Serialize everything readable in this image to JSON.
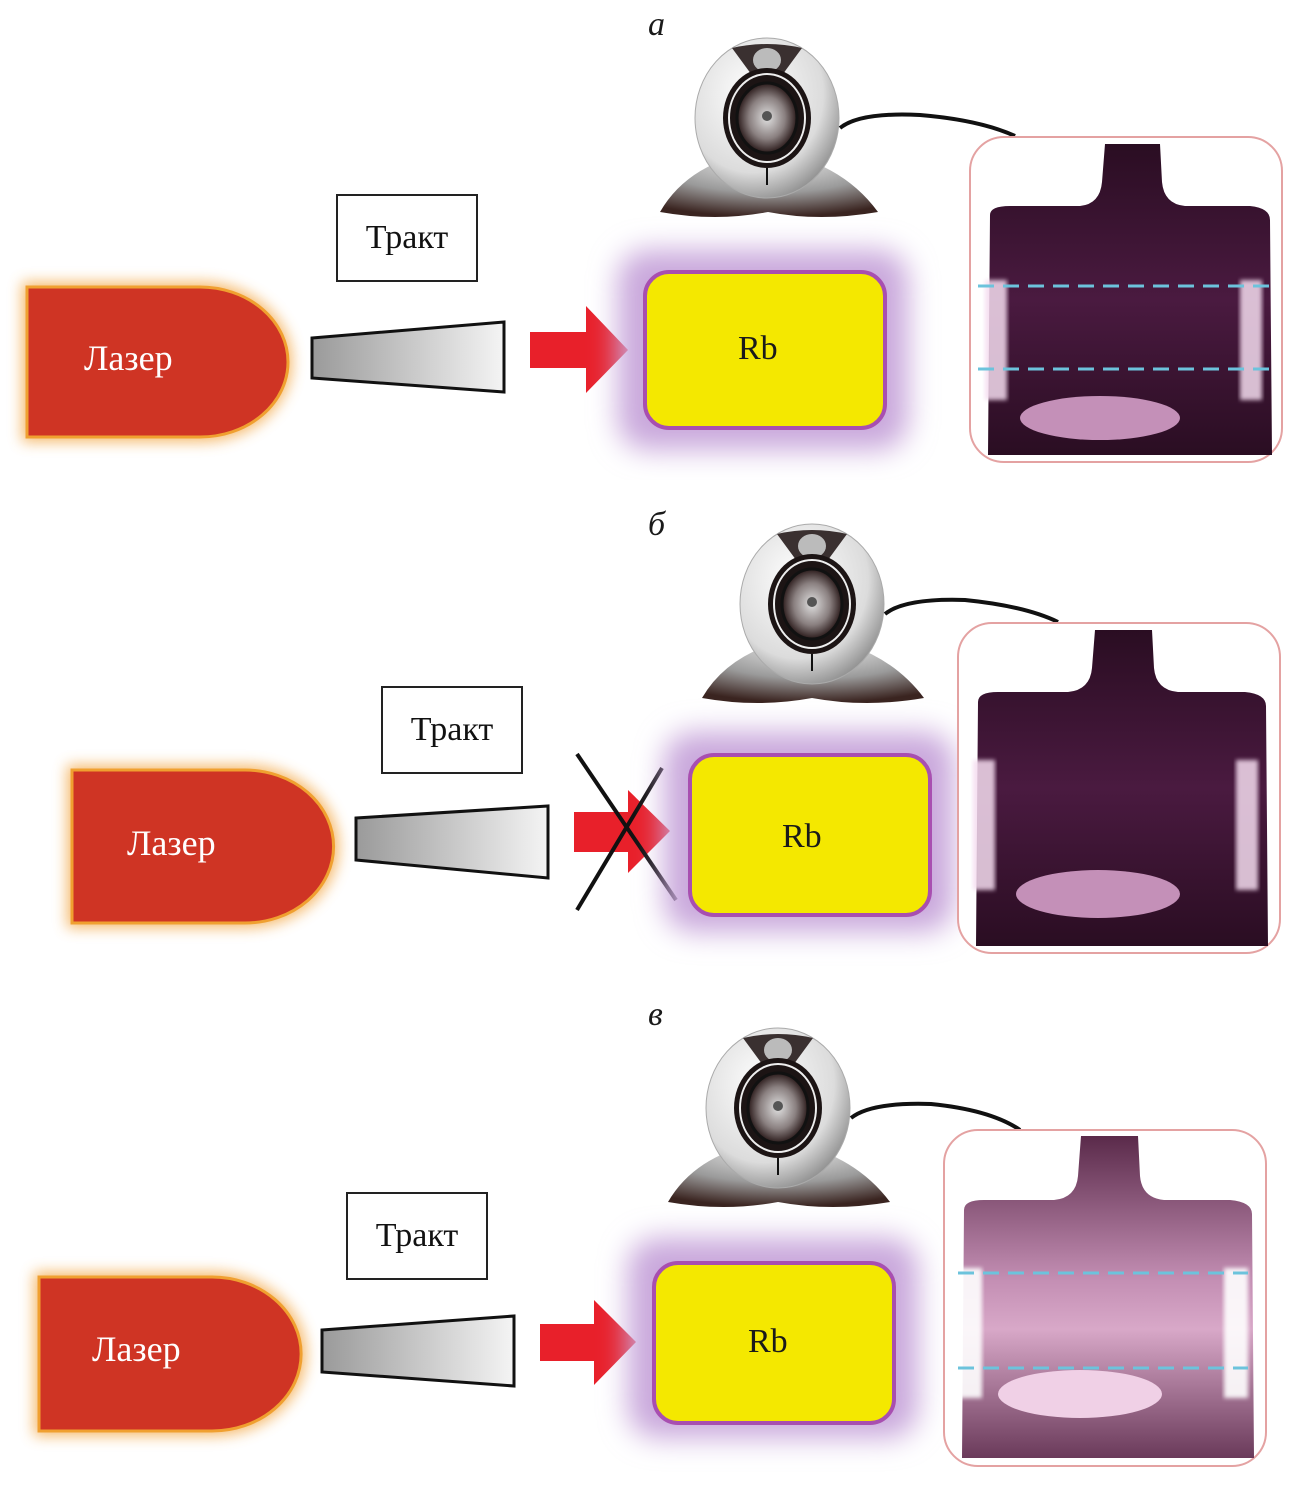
{
  "figure": {
    "panels": [
      {
        "label": "а",
        "laser_label": "Лазер",
        "tract_label": "Тракт",
        "cell_label": "Rb",
        "beam_blocked": false,
        "cell_state": "dark",
        "dashed_lines": true
      },
      {
        "label": "б",
        "laser_label": "Лазер",
        "tract_label": "Тракт",
        "cell_label": "Rb",
        "beam_blocked": true,
        "cell_state": "dark",
        "dashed_lines": false
      },
      {
        "label": "в",
        "laser_label": "Лазер",
        "tract_label": "Тракт",
        "cell_label": "Rb",
        "beam_blocked": false,
        "cell_state": "glowing",
        "dashed_lines": true
      }
    ],
    "icons": {
      "camera": "webcam-icon",
      "arrow": "arrow-right-icon",
      "blocked": "cross-icon"
    },
    "colors": {
      "laser": "#cf3424",
      "laser_glow": "#f3a94a",
      "arrow": "#e8202a",
      "cell": "#f4e800",
      "cell_border": "#a84fb0",
      "cell_glow": "#c9a8dc",
      "dashed": "#6cc3dc",
      "photo_frame": "#e4a2a2"
    }
  }
}
